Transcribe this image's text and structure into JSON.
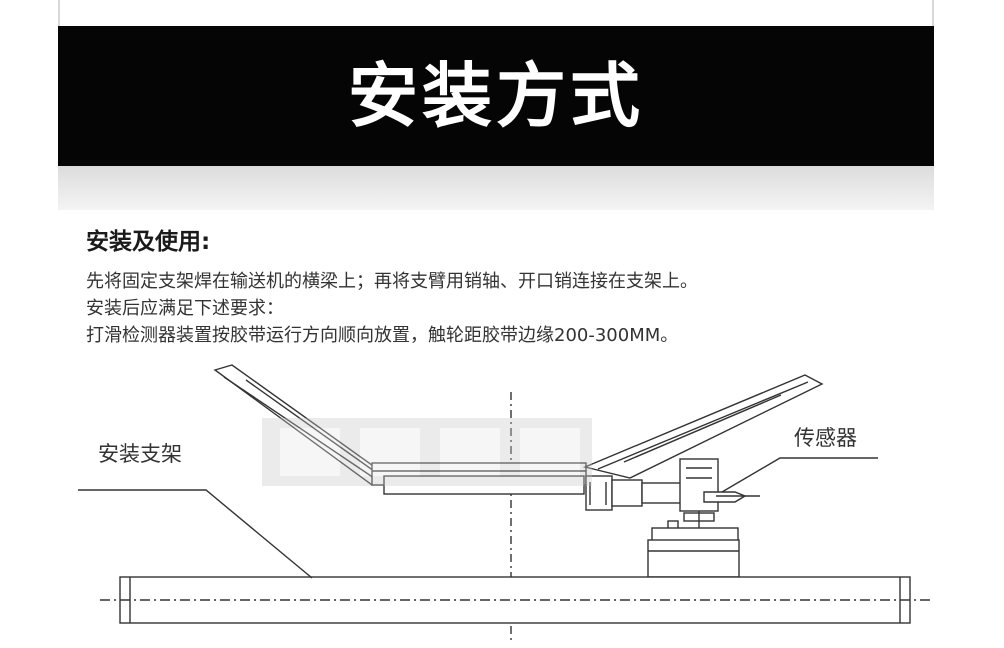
{
  "header": {
    "title": "安装方式"
  },
  "section": {
    "heading": "安装及使用:",
    "lines": [
      "先将固定支架焊在输送机的横梁上；再将支臂用销轴、开口销连接在支架上。",
      "安装后应满足下述要求：",
      "打滑检测器装置按胶带运行方向顺向放置，触轮距胶带边缘200-300MM。"
    ]
  },
  "diagram": {
    "labels": {
      "bracket": "安装支架",
      "sensor": "传感器"
    }
  }
}
